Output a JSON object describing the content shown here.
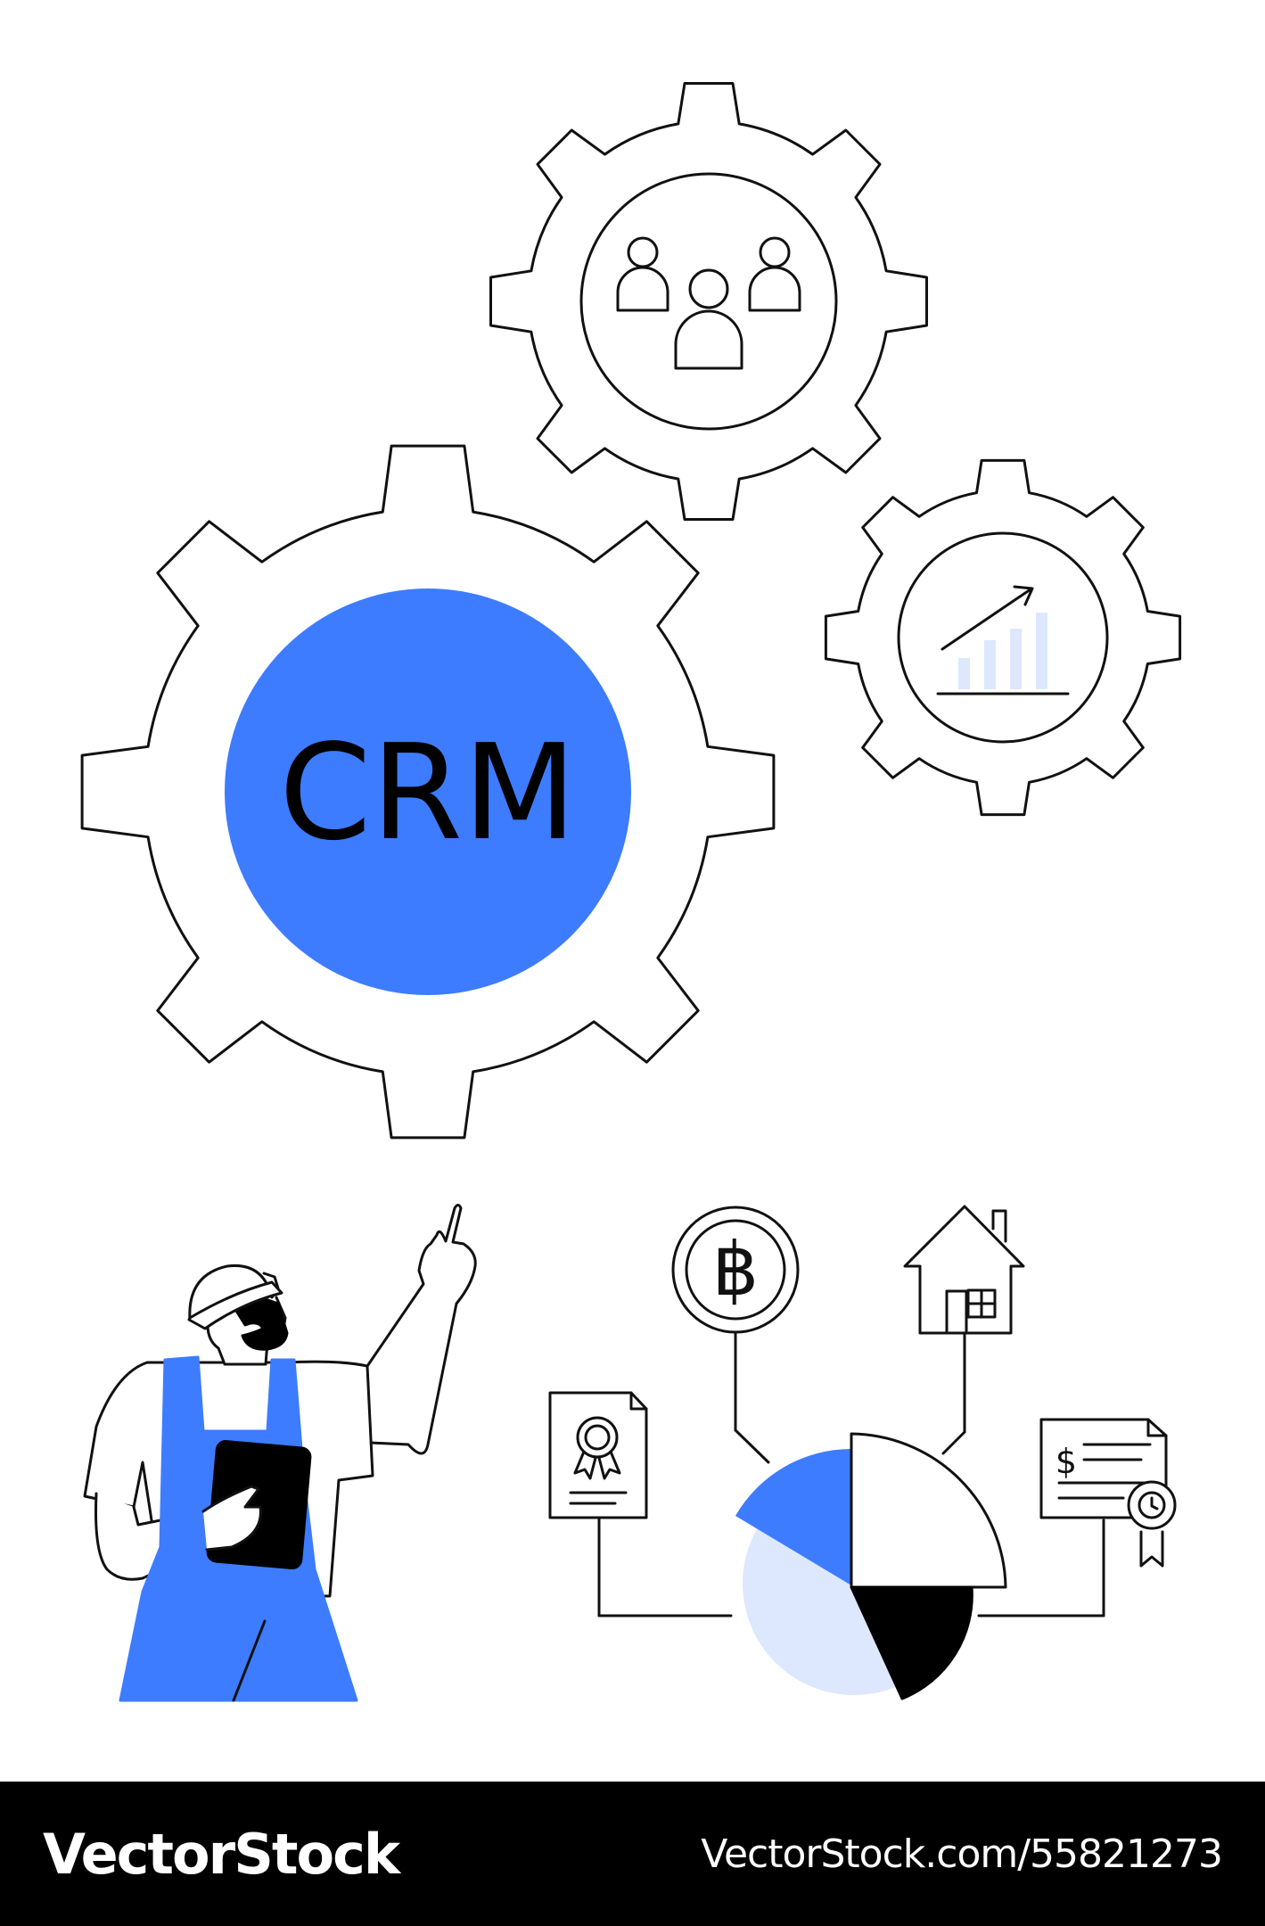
{
  "illustration": {
    "gear_main_label": "CRM",
    "colors": {
      "accent_blue": "#3d7cff",
      "light_blue": "#dde8ff",
      "stroke": "#111111",
      "black": "#000000"
    },
    "icons": [
      "gear-icon",
      "people-group-icon",
      "growth-chart-icon",
      "bitcoin-coin-icon",
      "house-icon",
      "certificate-document-icon",
      "invoice-document-icon",
      "pie-chart-icon"
    ]
  },
  "footer": {
    "brand": "VectorStock",
    "reference": "VectorStock.com/55821273"
  }
}
